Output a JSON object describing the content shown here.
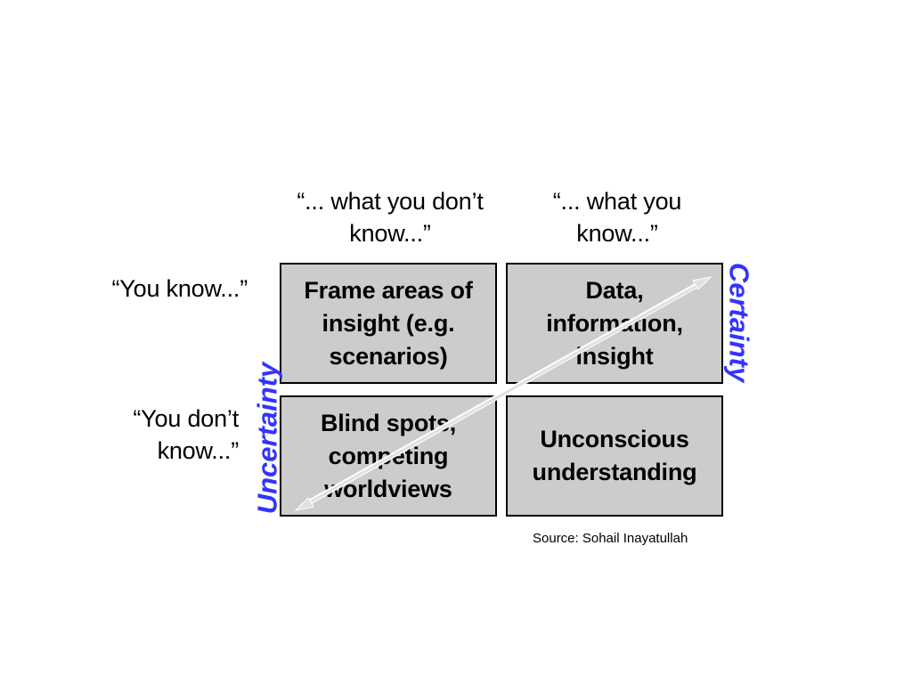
{
  "columns": {
    "left": [
      "“... what you don’t",
      "know...”"
    ],
    "right": [
      "“... what you",
      "know...”"
    ]
  },
  "rows": {
    "top": [
      "“You know...”"
    ],
    "bottom": [
      "“You don’t",
      "know...”"
    ]
  },
  "quadrants": {
    "top_left": "Frame areas of\ninsight (e.g.\nscenarios)",
    "top_right": "Data,\ninformation,\ninsight",
    "bottom_left": "Blind spots,\ncompeting\nworldviews",
    "bottom_right": "Unconscious\nunderstanding"
  },
  "axes": {
    "certainty": "Certainty",
    "uncertainty": "Uncertainty"
  },
  "source": "Source: Sohail Inayatullah",
  "colors": {
    "cell_fill": "#cccccc",
    "axis_label": "#3333ff",
    "arrow": "#e0e0e0"
  }
}
